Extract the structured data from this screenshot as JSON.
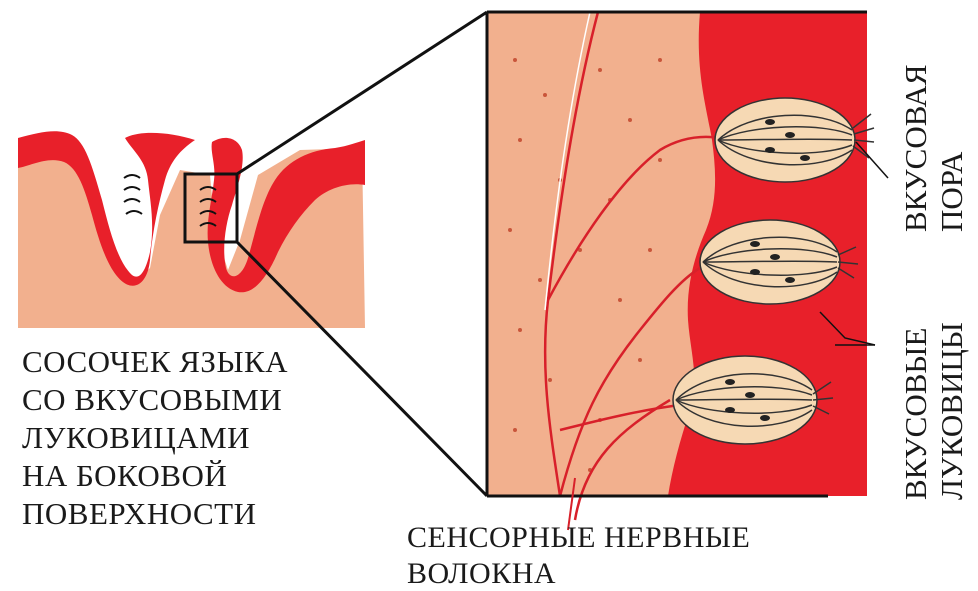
{
  "labels": {
    "papilla": [
      "СОСОЧЕК ЯЗЫКА",
      "СО ВКУСОВЫМИ",
      "ЛУКОВИЦАМИ",
      "НА БОКОВОЙ",
      "ПОВЕРХНОСТИ"
    ],
    "nerve_fibers": [
      "СЕНСОРНЫЕ НЕРВНЫЕ",
      "ВОЛОКНА"
    ],
    "taste_pore": [
      "ВКУСОВАЯ",
      "ПОРА"
    ],
    "taste_bulbs": [
      "ВКУСОВЫЕ",
      "ЛУКОВИЦЫ"
    ]
  },
  "colors": {
    "tissue": "#f2b08e",
    "epithelium": "#e8202a",
    "outline": "#111111",
    "bulb_fill": "#f6d9b4"
  }
}
